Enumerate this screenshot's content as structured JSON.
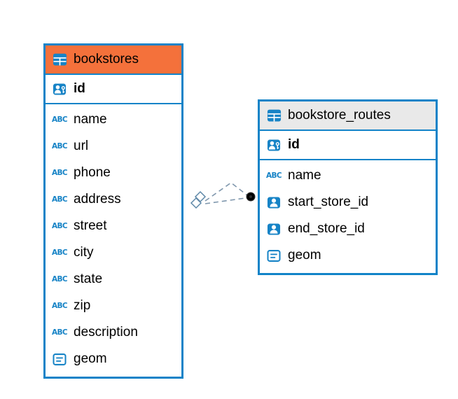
{
  "colors": {
    "table_border": "#1283C8",
    "header_orange": "#F4713B",
    "header_gray": "#E9E9E9",
    "icon_blue": "#1683C6",
    "connector_dash": "#7F97AD",
    "endpoint_dot": "#000000"
  },
  "icon_glyphs": {
    "text_type": "ABC"
  },
  "tables": [
    {
      "name": "bookstores",
      "header_style": "orange",
      "primary_key": {
        "name": "id",
        "icon": "person-key"
      },
      "columns": [
        {
          "name": "name",
          "icon": "text"
        },
        {
          "name": "url",
          "icon": "text"
        },
        {
          "name": "phone",
          "icon": "text"
        },
        {
          "name": "address",
          "icon": "text"
        },
        {
          "name": "street",
          "icon": "text"
        },
        {
          "name": "city",
          "icon": "text"
        },
        {
          "name": "state",
          "icon": "text"
        },
        {
          "name": "zip",
          "icon": "text"
        },
        {
          "name": "description",
          "icon": "text"
        },
        {
          "name": "geom",
          "icon": "geometry"
        }
      ]
    },
    {
      "name": "bookstore_routes",
      "header_style": "gray",
      "primary_key": {
        "name": "id",
        "icon": "person-key"
      },
      "columns": [
        {
          "name": "name",
          "icon": "text"
        },
        {
          "name": "start_store_id",
          "icon": "person"
        },
        {
          "name": "end_store_id",
          "icon": "person"
        },
        {
          "name": "geom",
          "icon": "geometry"
        }
      ]
    }
  ],
  "connector": {
    "style": "dashed",
    "left_marker": "double-diamond",
    "right_marker": "filled-dot",
    "connects": [
      "bookstores",
      "bookstore_routes"
    ]
  }
}
